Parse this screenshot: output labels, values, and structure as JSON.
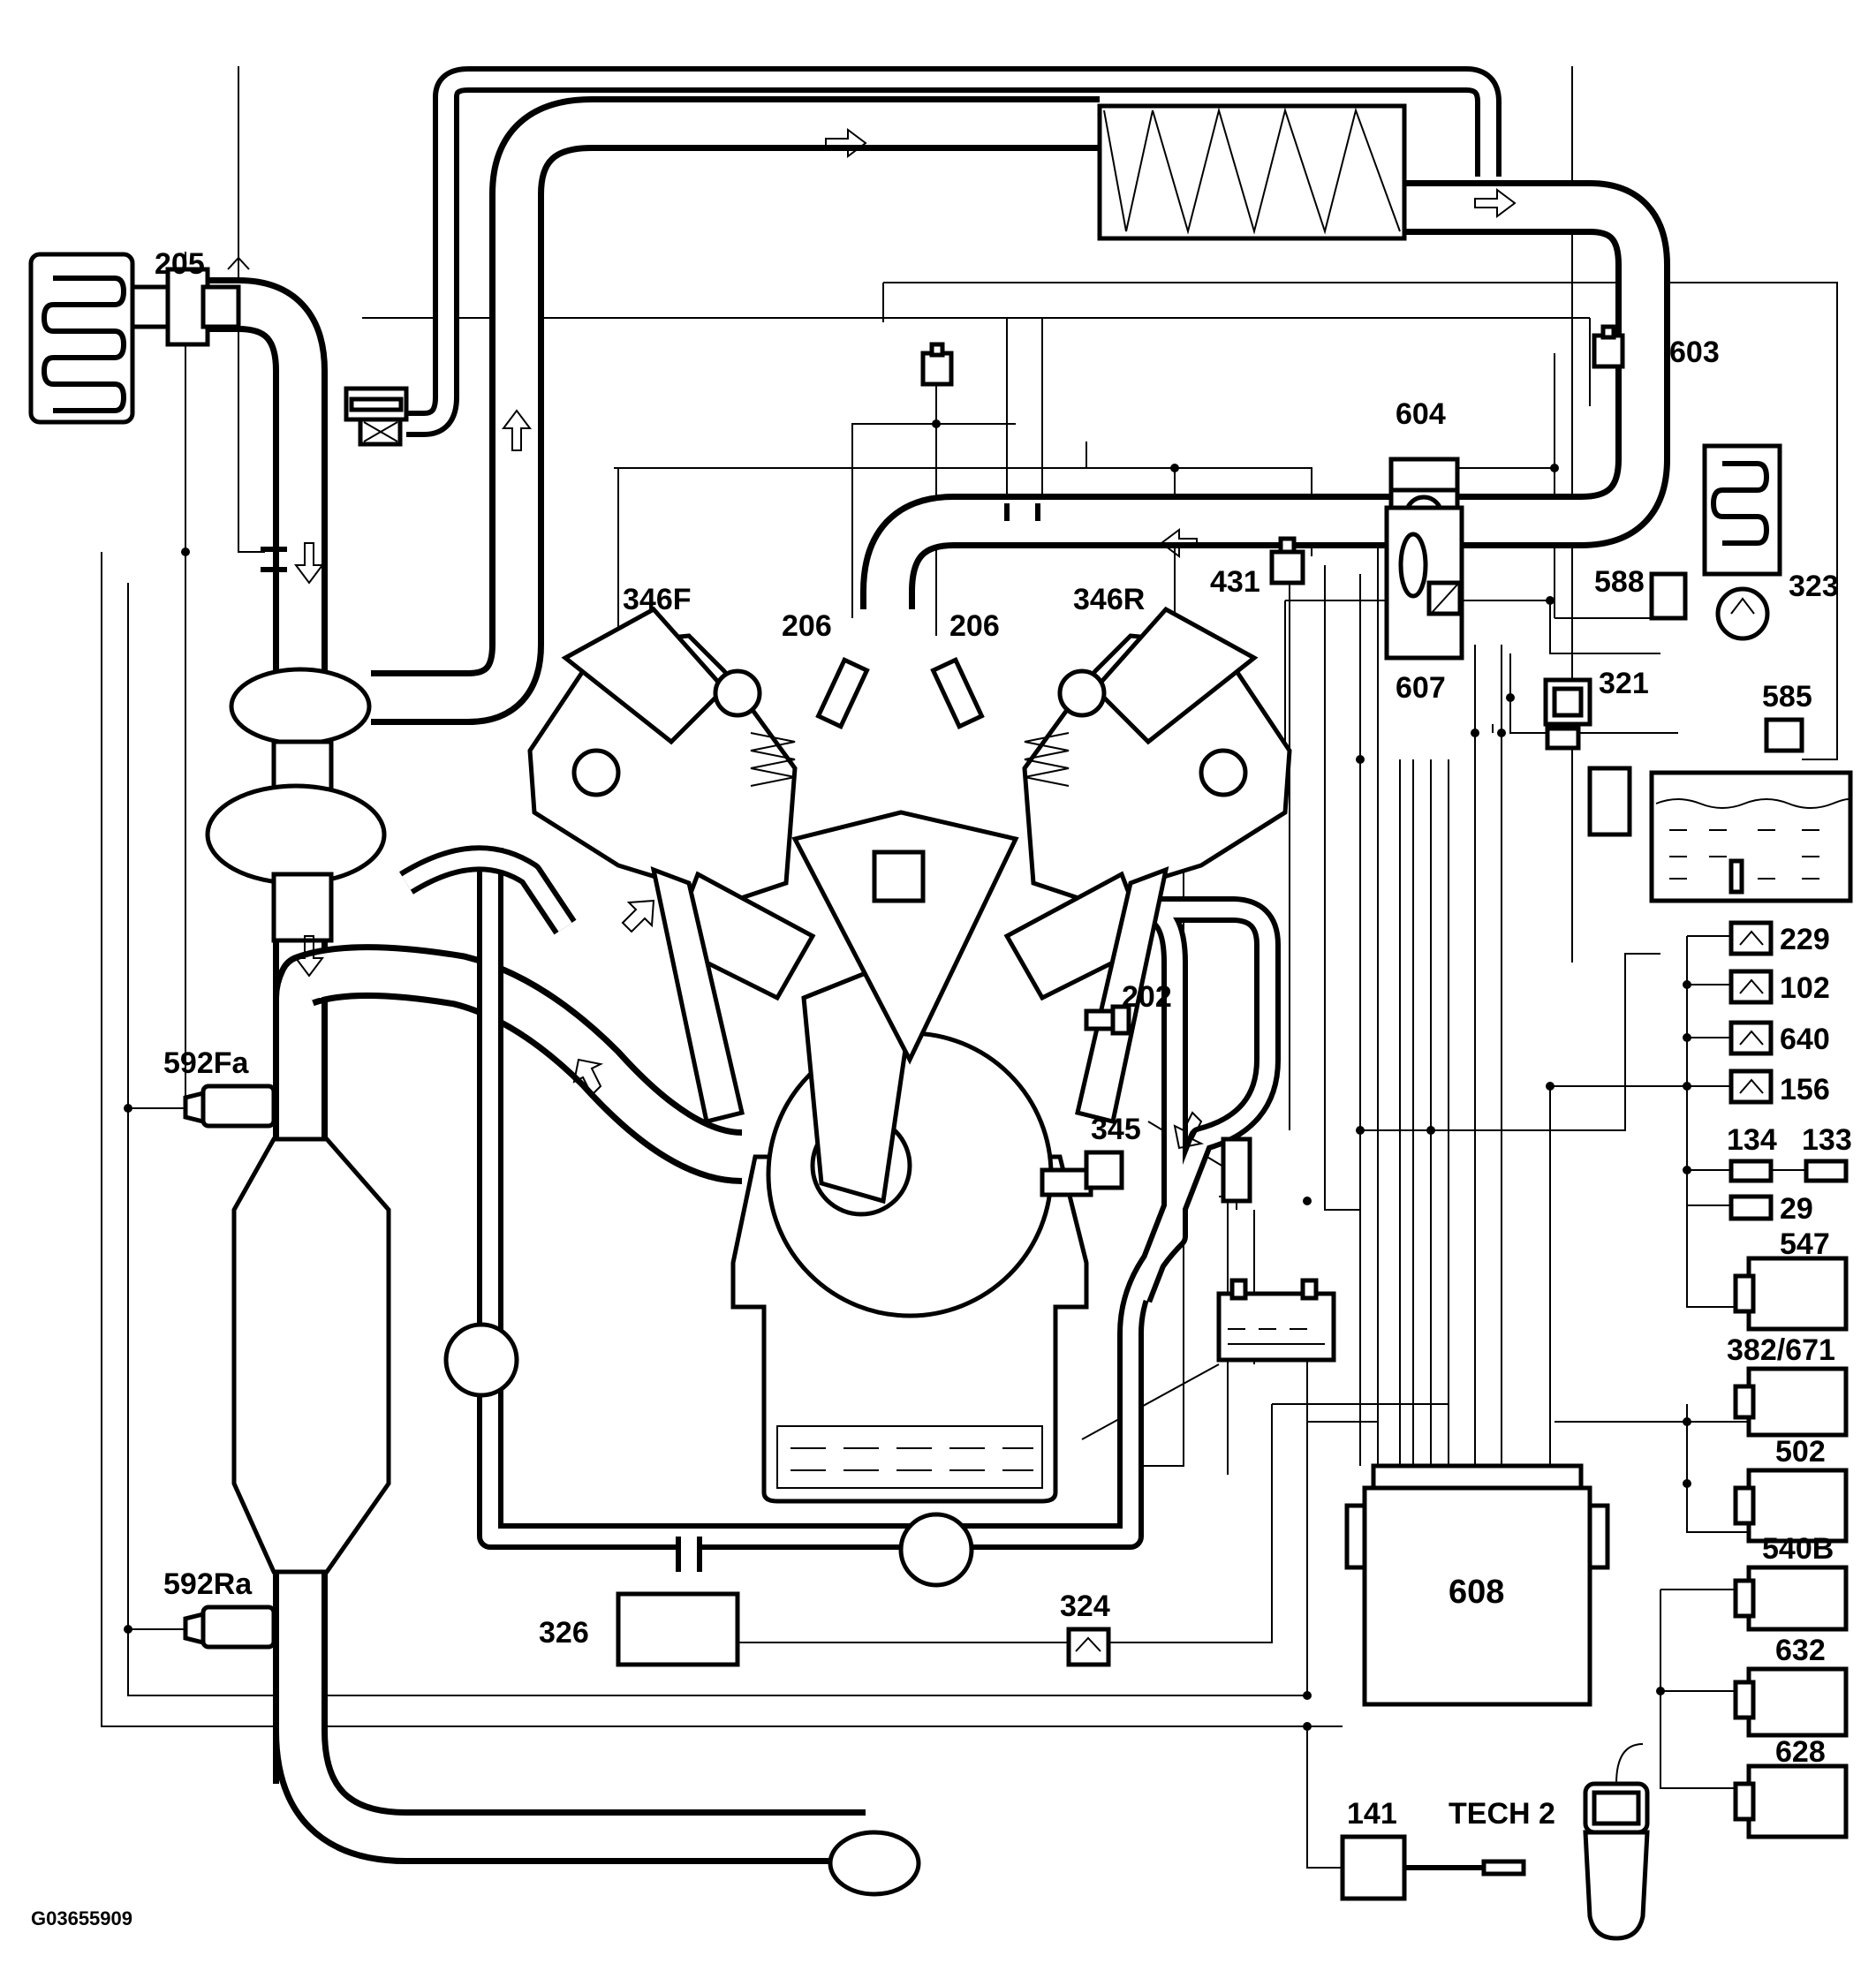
{
  "figure_id": "G03655909",
  "tool_label": "TECH 2",
  "components": {
    "c205": "205",
    "c603": "603",
    "c604": "604",
    "c607": "607",
    "c323": "323",
    "c588": "588",
    "c321": "321",
    "c585": "585",
    "c431": "431",
    "c346F": "346F",
    "c346R": "346R",
    "c206a": "206",
    "c206b": "206",
    "c202": "202",
    "c345": "345",
    "c229": "229",
    "c102": "102",
    "c640": "640",
    "c156": "156",
    "c134": "134",
    "c133": "133",
    "c29": "29",
    "c547": "547",
    "c382": "382/671",
    "c502": "502",
    "c540B": "540B",
    "c632": "632",
    "c628": "628",
    "c592Fa": "592Fa",
    "c592Ra": "592Ra",
    "c326": "326",
    "c324": "324",
    "c608": "608",
    "c141": "141"
  }
}
